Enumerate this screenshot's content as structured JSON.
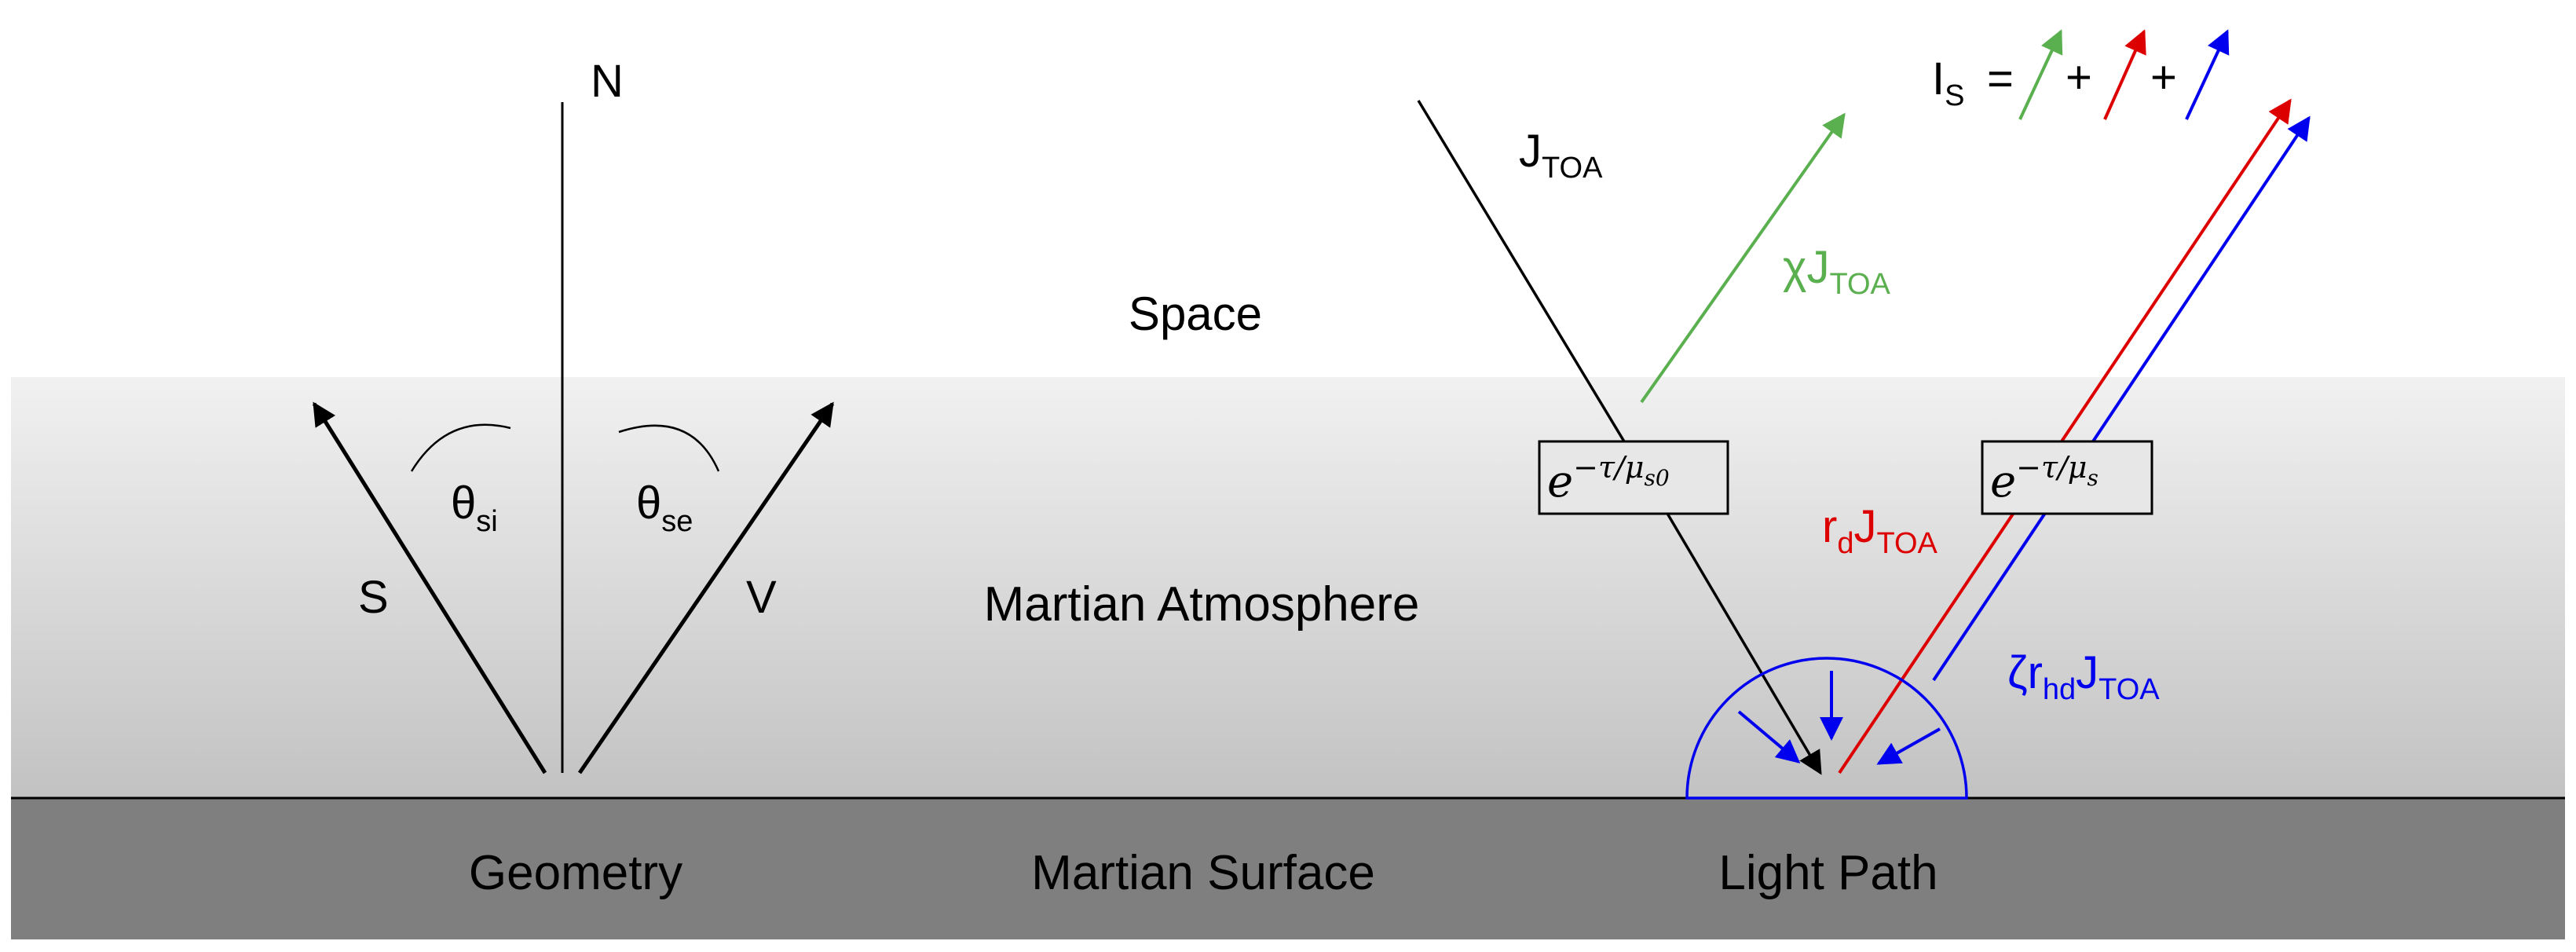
{
  "labels": {
    "normal": "N",
    "sun": "S",
    "view": "V",
    "incidence_angle": "θ",
    "incidence_angle_sub": "si",
    "emission_angle": "θ",
    "emission_angle_sub": "se",
    "space": "Space",
    "atmosphere": "Martian Atmosphere",
    "surface": "Martian Surface",
    "geometry": "Geometry",
    "light_path": "Light Path"
  },
  "flux": {
    "j": "J",
    "toa_sub": "TOA",
    "chi": "χJ",
    "r": "r",
    "d_sub": "d",
    "zeta_r": "ζr",
    "hd_sub": "hd"
  },
  "attenuation": {
    "incoming": {
      "base": "e",
      "exp": "−τ/μ",
      "sub": "s0"
    },
    "outgoing": {
      "base": "e",
      "exp": "−τ/μ",
      "sub": "s"
    }
  },
  "equation": {
    "lhs": "I",
    "lhs_sub": "S",
    "equals": "=",
    "plus1": "+",
    "plus2": "+"
  },
  "colors": {
    "atmosphere_top": "#f1f1f1",
    "atmosphere_bottom": "#c2c2c2",
    "surface": "#7f7f7f",
    "line": "#000000",
    "green": "#5aaf4f",
    "red": "#dd0000",
    "blue": "#0000ee"
  }
}
